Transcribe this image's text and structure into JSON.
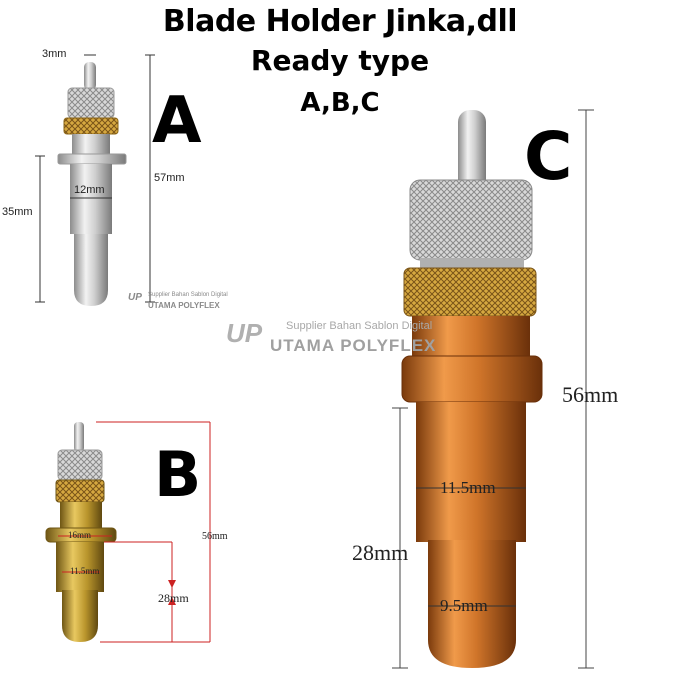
{
  "header": {
    "title": "Blade Holder Jinka,dll",
    "subtitle": "Ready type",
    "types_line": "A,B,C"
  },
  "product_a": {
    "letter": "A",
    "tip_dim": "3mm",
    "height_dim": "57mm",
    "body_dim": "35mm",
    "diameter_dim": "12mm"
  },
  "product_b": {
    "letter": "B",
    "upper_dim": "16mm",
    "lower_dim": "11.5mm",
    "height_dim": "56mm",
    "body_dim": "28mm"
  },
  "product_c": {
    "letter": "C",
    "height_dim": "56mm",
    "body_dim": "28mm",
    "upper_diameter": "11.5mm",
    "lower_diameter": "9.5mm"
  },
  "watermark": {
    "logo": "UP",
    "tagline": "Supplier Bahan Sablon Digital",
    "brand": "UTAMA POLYFLEX"
  },
  "colors": {
    "silver": "#c8c8c8",
    "gold": "#c89a3a",
    "brass": "#b8952e",
    "copper": "#d0752a"
  }
}
